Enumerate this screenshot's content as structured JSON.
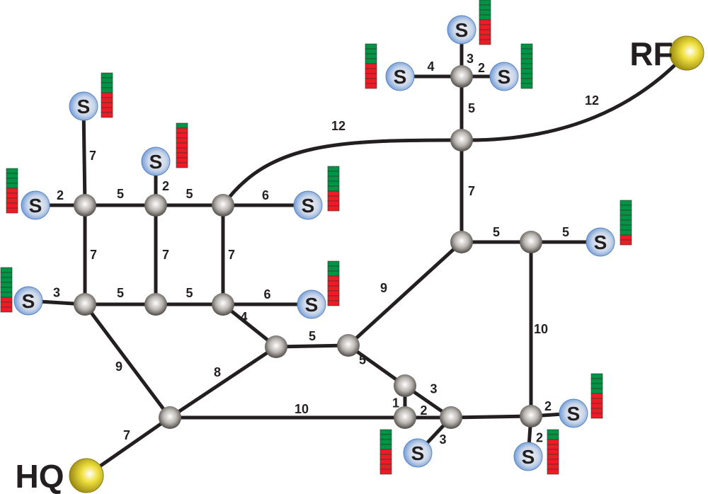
{
  "colors": {
    "edge": "#231f20",
    "green": "#009444",
    "red": "#ed1c24",
    "sensor": "#7fa6d9",
    "terminal": "#e8d621"
  },
  "terminals": [
    {
      "id": "HQ",
      "label": "HQ"
    },
    {
      "id": "RF",
      "label": "RF"
    }
  ],
  "sensor_label": "S",
  "sensors": [
    {
      "id": "S1",
      "green": 4,
      "red": 5
    },
    {
      "id": "S2",
      "green": 4,
      "red": 5
    },
    {
      "id": "S3",
      "green": 1,
      "red": 8
    },
    {
      "id": "S4",
      "green": 5,
      "red": 4
    },
    {
      "id": "S5",
      "green": 6,
      "red": 3
    },
    {
      "id": "S6",
      "green": 3,
      "red": 6
    },
    {
      "id": "S7",
      "green": 4,
      "red": 5
    },
    {
      "id": "S8",
      "green": 4,
      "red": 5
    },
    {
      "id": "S9",
      "green": 9,
      "red": 0
    },
    {
      "id": "S10",
      "green": 7,
      "red": 2
    },
    {
      "id": "S11",
      "green": 4,
      "red": 5
    },
    {
      "id": "S12",
      "green": 2,
      "red": 7
    },
    {
      "id": "S13",
      "green": 4,
      "red": 5
    }
  ],
  "edges": [
    {
      "from": "A",
      "to": "S1",
      "weight": "7"
    },
    {
      "from": "A",
      "to": "S2",
      "weight": "2"
    },
    {
      "from": "B",
      "to": "S3",
      "weight": "2"
    },
    {
      "from": "C",
      "to": "S4",
      "weight": "6"
    },
    {
      "from": "D",
      "to": "S5",
      "weight": "3"
    },
    {
      "from": "F",
      "to": "S6",
      "weight": "6"
    },
    {
      "from": "Q",
      "to": "S7",
      "weight": "3"
    },
    {
      "from": "Q",
      "to": "S8",
      "weight": "4"
    },
    {
      "from": "Q",
      "to": "S9",
      "weight": "2"
    },
    {
      "from": "K",
      "to": "S10",
      "weight": "5"
    },
    {
      "from": "O",
      "to": "S11",
      "weight": "2"
    },
    {
      "from": "O",
      "to": "S12",
      "weight": "2"
    },
    {
      "from": "N",
      "to": "S13",
      "weight": "3"
    },
    {
      "from": "A",
      "to": "B",
      "weight": "5"
    },
    {
      "from": "B",
      "to": "C",
      "weight": "5"
    },
    {
      "from": "A",
      "to": "D",
      "weight": "7"
    },
    {
      "from": "B",
      "to": "E",
      "weight": "7"
    },
    {
      "from": "C",
      "to": "F",
      "weight": "7"
    },
    {
      "from": "D",
      "to": "E",
      "weight": "5"
    },
    {
      "from": "E",
      "to": "F",
      "weight": "5"
    },
    {
      "from": "F",
      "to": "G",
      "weight": "4"
    },
    {
      "from": "G",
      "to": "H",
      "weight": "5"
    },
    {
      "from": "H",
      "to": "J",
      "weight": "9"
    },
    {
      "from": "H",
      "to": "L",
      "weight": "5"
    },
    {
      "from": "L",
      "to": "M",
      "weight": "1"
    },
    {
      "from": "L",
      "to": "N",
      "weight": "3"
    },
    {
      "from": "M",
      "to": "N",
      "weight": "2"
    },
    {
      "from": "P",
      "to": "M",
      "weight": "10"
    },
    {
      "from": "P",
      "to": "G",
      "weight": "8"
    },
    {
      "from": "D",
      "to": "P",
      "weight": "9"
    },
    {
      "from": "HQ",
      "to": "P",
      "weight": "7"
    },
    {
      "from": "C",
      "to": "I",
      "weight": "12",
      "curve": true
    },
    {
      "from": "I",
      "to": "RF",
      "weight": "12",
      "curve": true
    },
    {
      "from": "Q",
      "to": "I",
      "weight": "5"
    },
    {
      "from": "I",
      "to": "J",
      "weight": "7"
    },
    {
      "from": "J",
      "to": "K",
      "weight": "5"
    },
    {
      "from": "K",
      "to": "O",
      "weight": "10"
    },
    {
      "from": "N",
      "to": "O",
      "weight": ""
    }
  ]
}
